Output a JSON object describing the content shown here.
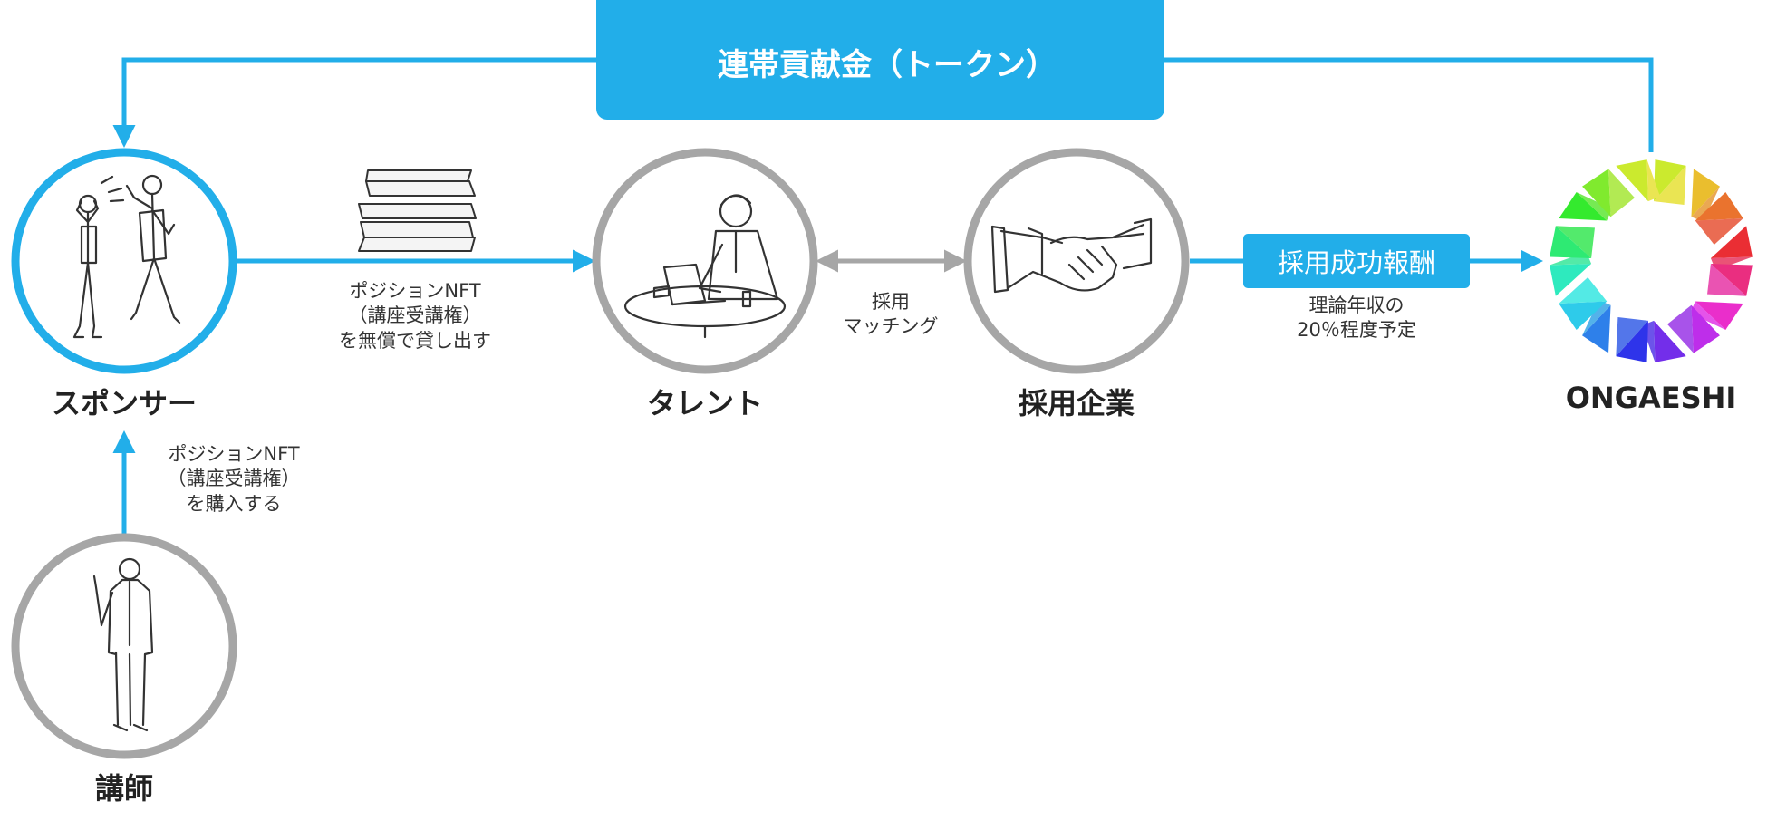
{
  "banner": {
    "label": "連帯貢献金（トークン）"
  },
  "nodes": {
    "sponsor": "スポンサー",
    "talent": "タレント",
    "company": "採用企業",
    "ongaeshi": "ONGAESHI",
    "lecturer": "講師"
  },
  "edges": {
    "sponsor_to_talent": [
      "ポジションNFT",
      "（講座受講権）",
      "を無償で貸し出す"
    ],
    "talent_company": [
      "採用",
      "マッチング"
    ],
    "company_to_ongaeshi_badge": "採用成功報酬",
    "company_to_ongaeshi_note": [
      "理論年収の",
      "20％程度予定"
    ],
    "lecturer_to_sponsor": [
      "ポジションNFT",
      "（講座受講権）",
      "を購入する"
    ]
  },
  "colors": {
    "accent": "#22aee9",
    "gray": "#a6a6a6"
  },
  "icons": {
    "banner": "coin-sparkle-icon",
    "sponsor": "cheering-people-icon",
    "talent": "person-laptop-icon",
    "company": "handshake-icon",
    "lecturer": "presenter-icon",
    "ongaeshi": "ongaeshi-logo-icon",
    "books": "book-stack-icon"
  }
}
